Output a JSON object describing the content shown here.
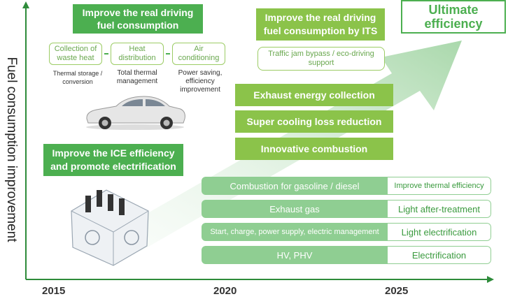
{
  "y_axis_label": "Fuel consumption improvement",
  "x_axis_ticks": [
    "2015",
    "2020",
    "2025"
  ],
  "ultimate": "Ultimate efficiency",
  "real_driving": {
    "title": "Improve the real driving fuel consumption",
    "items": [
      {
        "box": "Collection of waste heat",
        "caption": "Thermal storage / conversion"
      },
      {
        "box": "Heat distribution",
        "caption": "Total thermal management"
      },
      {
        "box": "Air conditioning",
        "caption": "Power saving, efficiency improvement"
      }
    ]
  },
  "its": {
    "title": "Improve the real driving fuel consumption by ITS",
    "sub": "Traffic jam bypass / eco-driving support"
  },
  "ice": {
    "title": "Improve the ICE efficiency and promote electrification"
  },
  "middle_boxes": [
    "Exhaust energy collection",
    "Super cooling loss reduction",
    "Innovative combustion"
  ],
  "bars": [
    {
      "left": "Combustion for gasoline / diesel",
      "right": "Improve thermal efficiency"
    },
    {
      "left": "Exhaust gas",
      "right": "Light after-treatment"
    },
    {
      "left": "Start, charge, power supply, electric management",
      "right": "Light electrification"
    },
    {
      "left": "HV, PHV",
      "right": "Electrification"
    }
  ],
  "colors": {
    "dark_green": "#4caf50",
    "light_green": "#8bc34a",
    "axis": "#2e8b3a"
  },
  "icons": [
    "car-image",
    "engine-image"
  ]
}
